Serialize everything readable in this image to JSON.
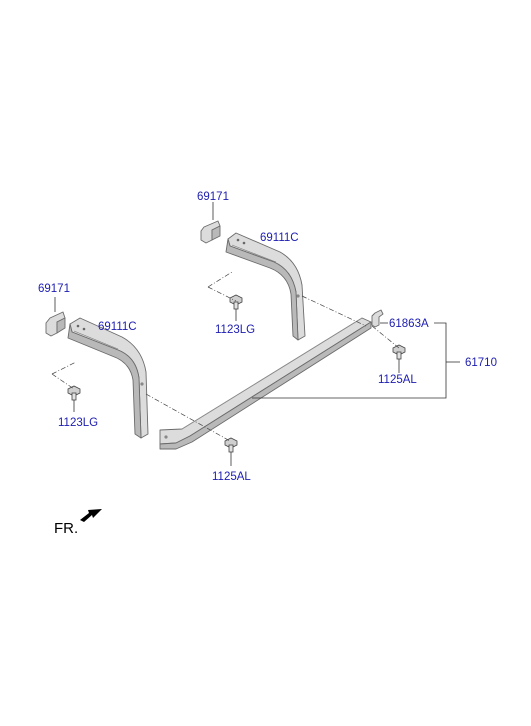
{
  "diagram": {
    "part_labels": {
      "bracket_rear_upper": "69171",
      "bracket_front_upper": "69171",
      "guard_rear": "69111C",
      "guard_front": "69111C",
      "bolt_rear": "1123LG",
      "bolt_front": "1123LG",
      "clip": "61863A",
      "bolt_rail_right": "1125AL",
      "bolt_rail_bottom": "1125AL",
      "assembly": "61710"
    },
    "direction_label": "FR."
  }
}
